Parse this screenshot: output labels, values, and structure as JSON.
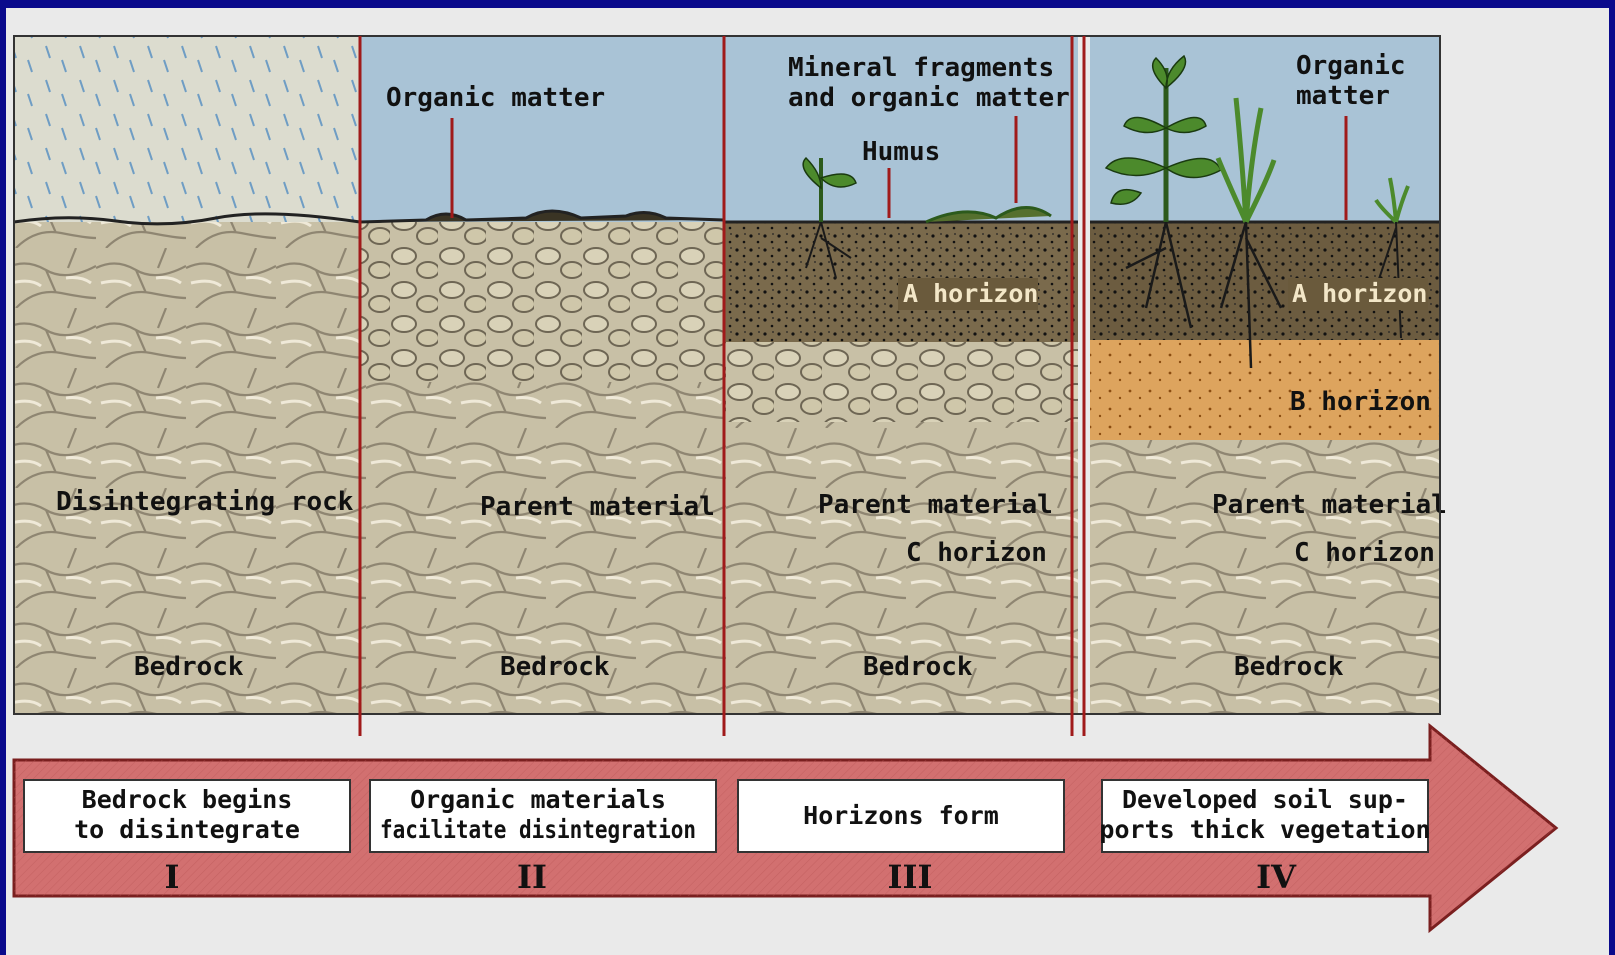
{
  "panels": [
    {
      "labels": {
        "rock": "Disintegrating rock",
        "bedrock": "Bedrock"
      }
    },
    {
      "labels": {
        "organic": "Organic matter",
        "parent": "Parent material",
        "bedrock": "Bedrock"
      }
    },
    {
      "labels": {
        "mineral_1": "Mineral fragments",
        "mineral_2": "and organic matter",
        "humus": "Humus",
        "a_horizon": "A horizon",
        "parent": "Parent material",
        "c_horizon": "C horizon",
        "bedrock": "Bedrock"
      }
    },
    {
      "labels": {
        "organic_1": "Organic",
        "organic_2": "matter",
        "a_horizon": "A horizon",
        "b_horizon": "B horizon",
        "parent": "Parent material",
        "c_horizon": "C horizon",
        "bedrock": "Bedrock"
      }
    }
  ],
  "steps": [
    {
      "line1": "Bedrock begins",
      "line2": "to disintegrate",
      "numeral": "I"
    },
    {
      "line1": "Organic materials",
      "line2": "facilitate disintegration",
      "numeral": "II"
    },
    {
      "line1": "Horizons form",
      "line2": "",
      "numeral": "III"
    },
    {
      "line1": "Developed soil sup-",
      "line2": "ports thick vegetation",
      "numeral": "IV"
    }
  ],
  "colors": {
    "sky": "#a9c3d6",
    "rock": "#c8c0a6",
    "a_horizon": "#7a6a4c",
    "b_horizon": "#dda45e",
    "divider": "#a01a1a",
    "arrow": "#d27070"
  }
}
